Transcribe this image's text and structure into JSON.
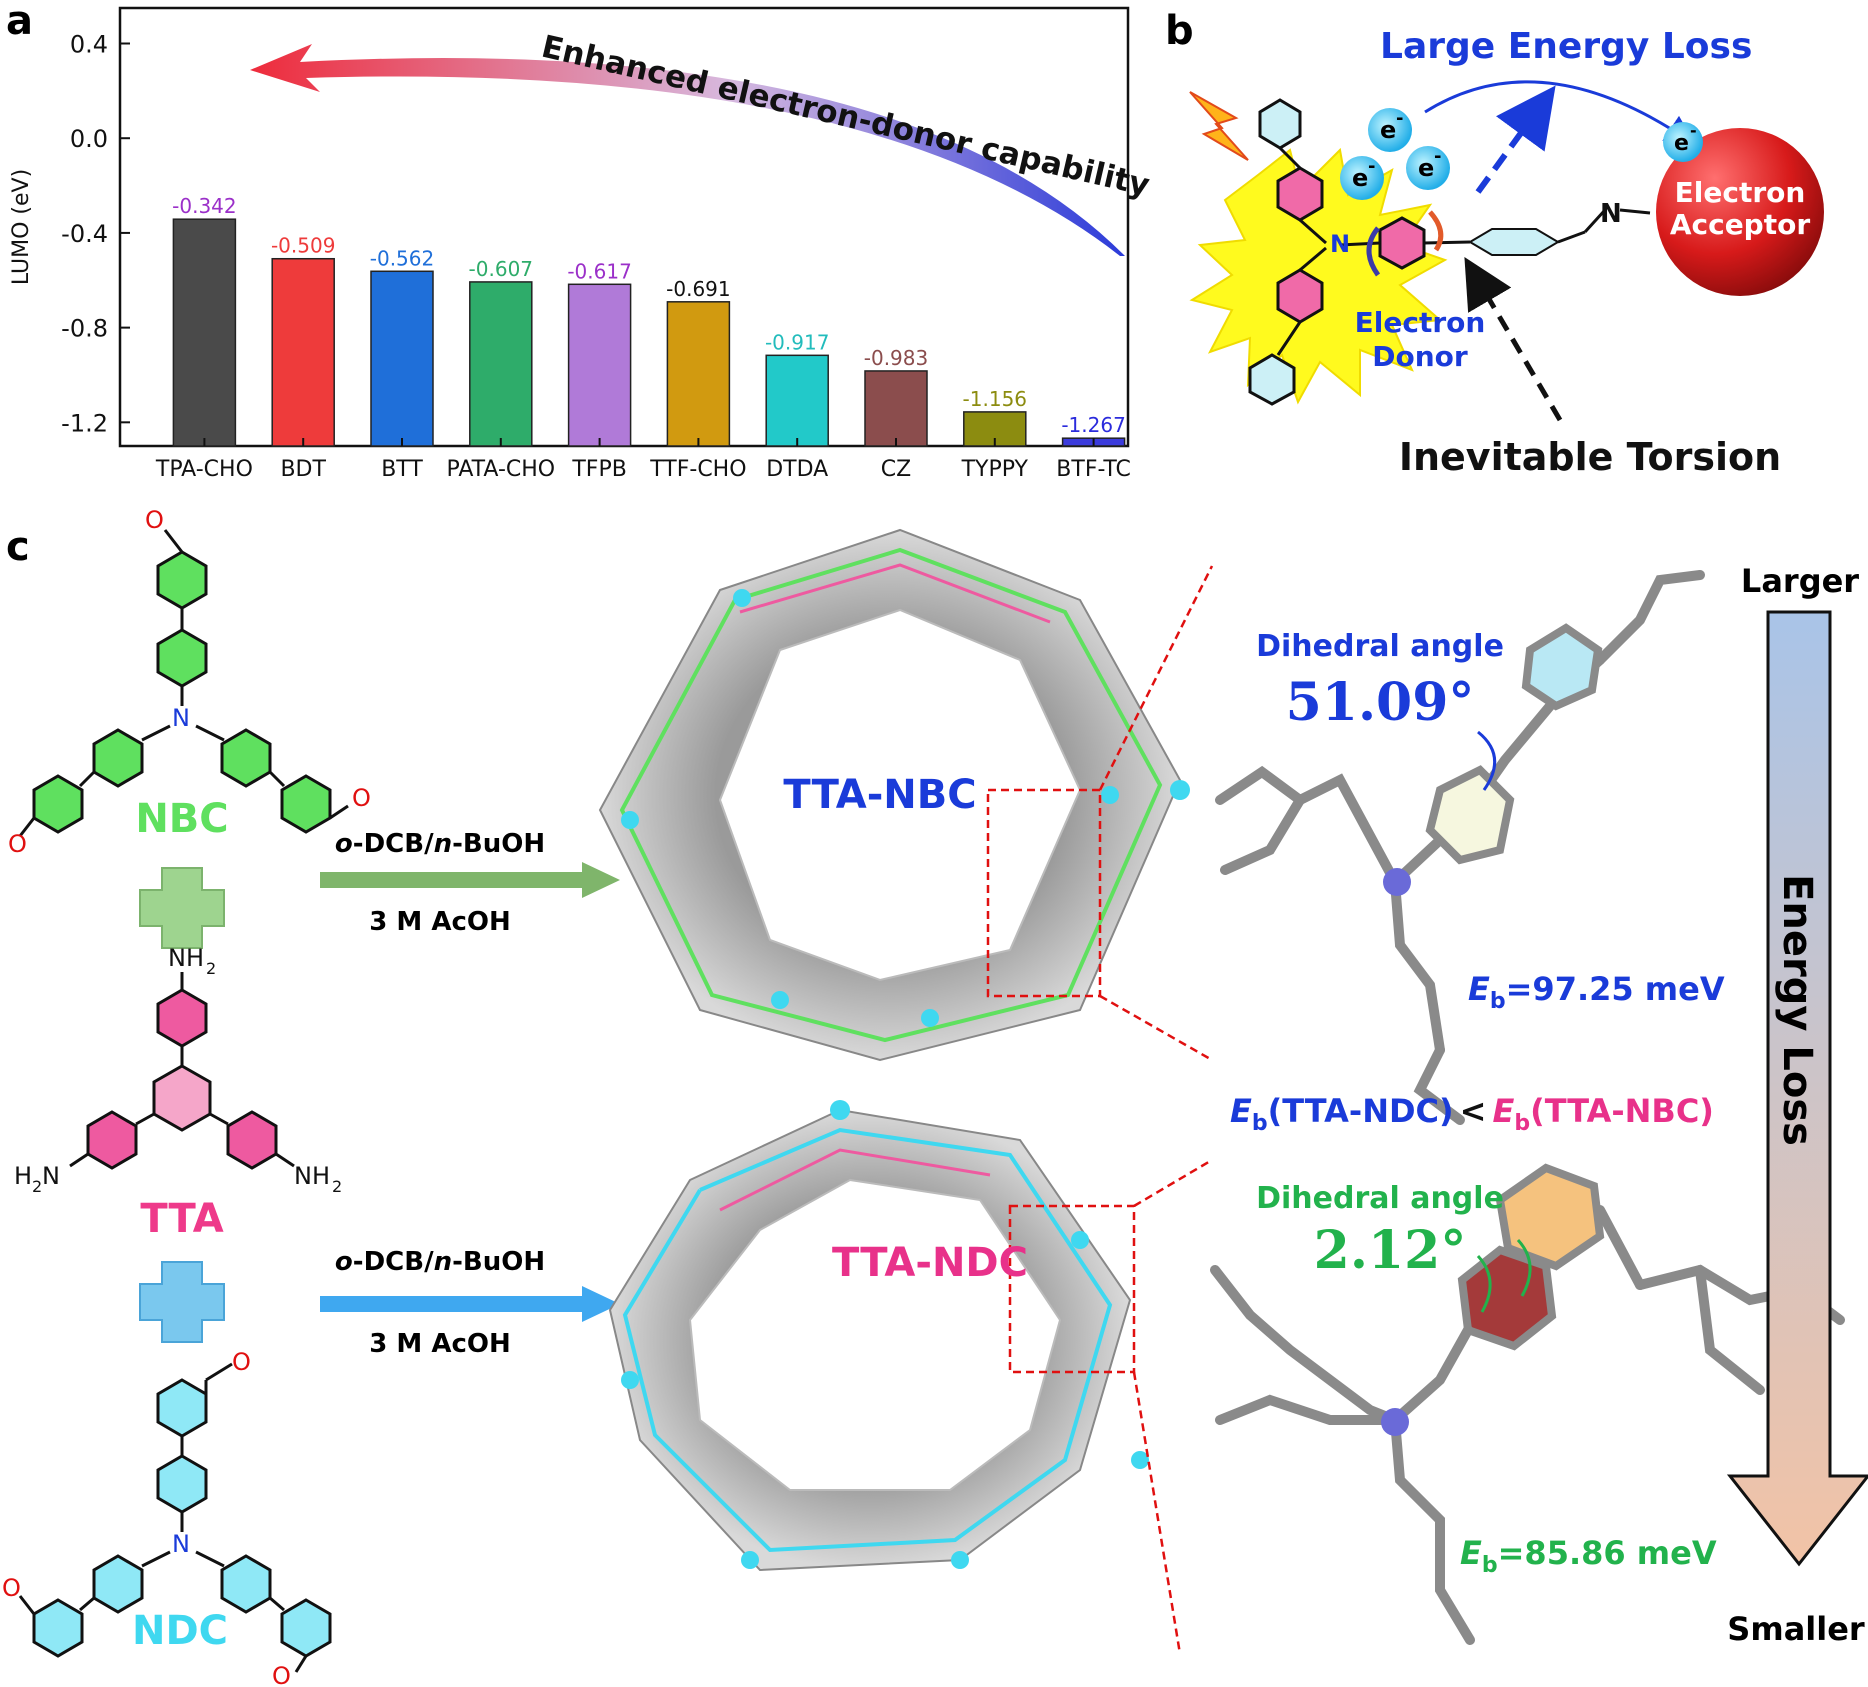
{
  "panels": {
    "a": {
      "label": "a"
    },
    "b": {
      "label": "b"
    },
    "c": {
      "label": "c"
    }
  },
  "chart_data": {
    "type": "bar",
    "ylabel": "LUMO (eV)",
    "ylim": [
      -1.3,
      0.55
    ],
    "yticks": [
      0.4,
      0.0,
      -0.4,
      -0.8,
      -1.2
    ],
    "ytick_labels": [
      "0.4",
      "0.0",
      "-0.4",
      "-0.8",
      "-1.2"
    ],
    "categories": [
      "TPA-CHO",
      "BDT",
      "BTT",
      "PATA-CHO",
      "TFPB",
      "TTF-CHO",
      "DTDA",
      "CZ",
      "TYPPY",
      "BTF-TC"
    ],
    "values": [
      -0.342,
      -0.509,
      -0.562,
      -0.607,
      -0.617,
      -0.691,
      -0.917,
      -0.983,
      -1.156,
      -1.267
    ],
    "value_labels": [
      "-0.342",
      "-0.509",
      "-0.562",
      "-0.607",
      "-0.617",
      "-0.691",
      "-0.917",
      "-0.983",
      "-1.156",
      "-1.267"
    ],
    "bar_colors": [
      "#4a4a4a",
      "#ee3b3b",
      "#1f6fd9",
      "#2eac6a",
      "#b07ad8",
      "#d19a10",
      "#22c9c9",
      "#8b4d4d",
      "#8c8c10",
      "#3b3bdc"
    ],
    "label_colors": [
      "#9b30c9",
      "#ee3b3b",
      "#1f6fd9",
      "#2eac6a",
      "#9b30c9",
      "#111111",
      "#22bcbc",
      "#8b4d4d",
      "#8c8c10",
      "#2b2bdc"
    ],
    "annotation": "Enhanced electron-donor capability",
    "annotation_color": "#111111"
  },
  "panel_b": {
    "title": "Large Energy Loss",
    "title_color": "#1a3bd9",
    "electron": "e",
    "electron_sup": "-",
    "acceptor_line1": "Electron",
    "acceptor_line2": "Acceptor",
    "donor_line1": "Electron",
    "donor_line2": "Donor",
    "n_atom": "N",
    "imine_n": "N",
    "torsion": "Inevitable Torsion"
  },
  "panel_c": {
    "nbc_label": "NBC",
    "tta_label": "TTA",
    "ndc_label": "NDC",
    "n_atom": "N",
    "nh2": "NH",
    "nh2_sub": "2",
    "h2n": "H",
    "h2n_n": "N",
    "aldehyde_o": "O",
    "cond1_a": "o",
    "cond1_b": "-DCB/",
    "cond1_c": "n",
    "cond1_d": "-BuOH",
    "cond2": "3 M AcOH",
    "cof_nbc": "TTA-NBC",
    "cof_ndc": "TTA-NDC",
    "dihedral_label": "Dihedral angle",
    "angle_nbc": "51.09°",
    "angle_ndc": "2.12°",
    "eb_symbol": "E",
    "eb_sub": "b",
    "eb_nbc": "=97.25 meV",
    "eb_ndc": "=85.86 meV",
    "compare_1": "(TTA-NDC)",
    "compare_lt": "<",
    "compare_2": "(TTA-NBC)",
    "scale_top": "Larger",
    "scale_bottom": "Smaller",
    "scale_label": "Energy Loss"
  },
  "colors": {
    "blue_text": "#1a3bd9",
    "green_text": "#22b24c",
    "pink_text": "#e8318a",
    "nbc_green": "#5fe05f",
    "tta_pink": "#ee5aa0",
    "ndc_cyan": "#3fd8f0"
  }
}
